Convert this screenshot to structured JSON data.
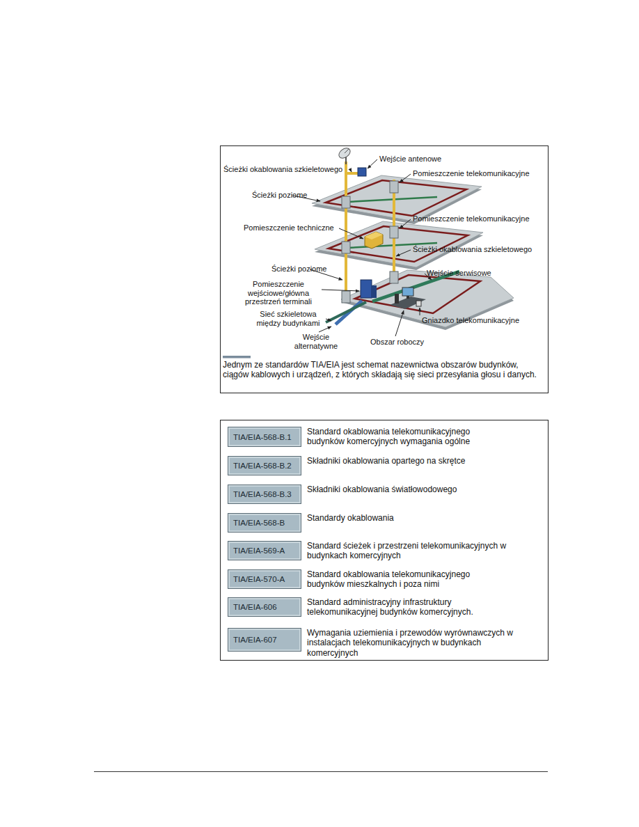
{
  "diagram": {
    "caption": "Jednym ze standardów TIA/EIA jest schemat nazewnictwa obszarów budynków, ciągów kablowych i urządzeń, z których składają się sieci przesyłania głosu i danych.",
    "nodes": [
      {
        "text": [
          "TIA/EIA-568-B.1",
          "Standard okablowania telekomunikacyjnego budynków komercyjnych wymagania ogólne"
        ]
      },
      {
        "text": [
          "TIA/EIA-568-B.2",
          "Składniki okablowania opartego na skrętce"
        ]
      },
      {
        "text": [
          "TIA/EIA-568-B.3",
          "Składniki okablowania światłowodowego"
        ]
      },
      {
        "text": [
          "TIA/EIA-568-B",
          "Standardy okablowania"
        ]
      },
      {
        "text": [
          "TIA/EIA-569-A",
          "Standard ścieżek i przestrzeni telekomunikacyjnych w budynkach komercyjnych"
        ]
      },
      {
        "text": [
          "TIA/EIA-570-A",
          "Standard okablowania telekomunikacyjnego budynków mieszkalnych i poza nimi"
        ]
      },
      {
        "text": [
          "TIA/EIA-606",
          "Standard administracyjny infrastruktury telekomunikacyjnej budynków komercyjnych."
        ]
      },
      {
        "text": [
          "TIA/EIA-607",
          "Wymagania uziemienia i przewodów wyrównawczych w instalacjach telekomunikacyjnych w budynkach komercyjnych"
        ]
      }
    ],
    "labels": [
      "Wejście antenowe",
      "Ścieżki okablowania szkieletowego",
      "Pomieszczenie telekomunikacyjne",
      "Ścieżki poziome",
      "Pomieszczenie telekomunikacyjne",
      "Pomieszczenie techniczne",
      "Ścieżki okablowania szkieletowego",
      "Ścieżki poziome",
      "Wejście serwisowe",
      "Pomieszczenie wejściowe/główna przestrzeń terminali",
      "Sieć szkieletowa między budynkami",
      "Gniazdko telekomunikacyjne",
      "Wejście alternatywne",
      "Obszar roboczy"
    ]
  }
}
